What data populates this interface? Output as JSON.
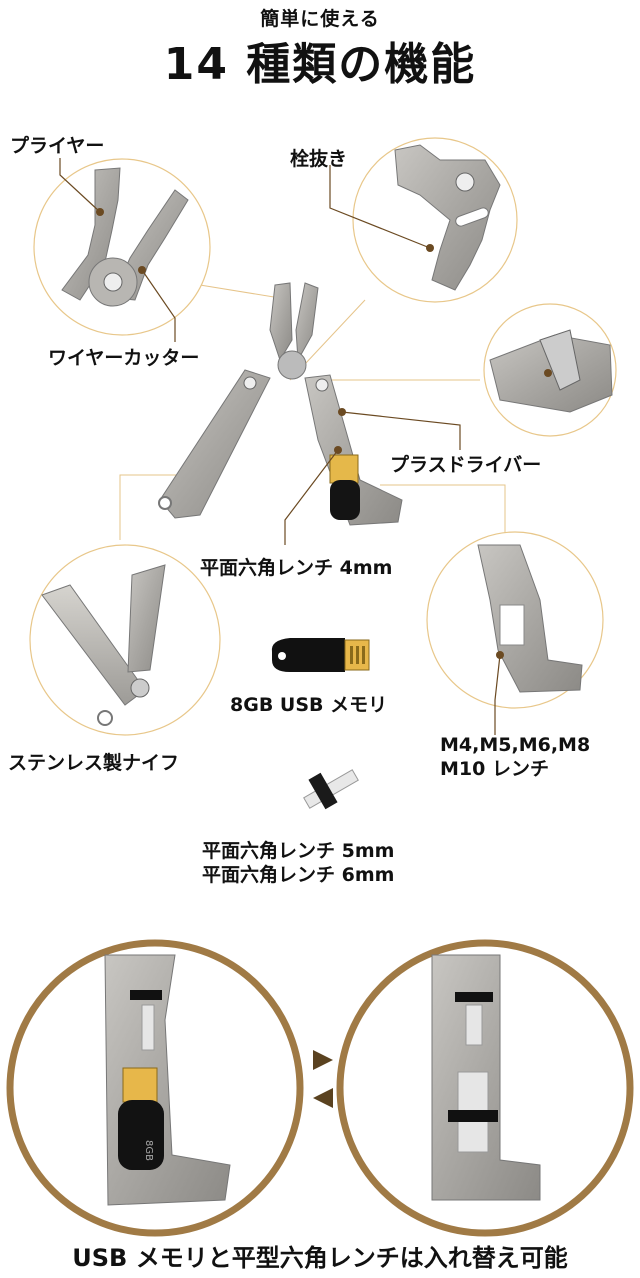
{
  "header": {
    "subtitle": "簡単に使える",
    "title": "14 種類の機能"
  },
  "labels": {
    "pliers": "プライヤー",
    "punch": "栓抜き",
    "wire_cutter": "ワイヤーカッター",
    "phillips": "プラスドライバー",
    "hex4": "平面六角レンチ 4mm",
    "usb": "8GB USB メモリ",
    "wrench_sizes": "M4,M5,M6,M8\nM10 レンチ",
    "knife": "ステンレス製ナイフ",
    "hex56": "平面六角レンチ 5mm\n平面六角レンチ 6mm"
  },
  "usb_drive_text": "8GB",
  "caption": "USB メモリと平型六角レンチは入れ替え可能",
  "colors": {
    "accent_ring": "#a07a45",
    "thin_circle": "#e8c78a",
    "leader": "#6b4a22"
  }
}
